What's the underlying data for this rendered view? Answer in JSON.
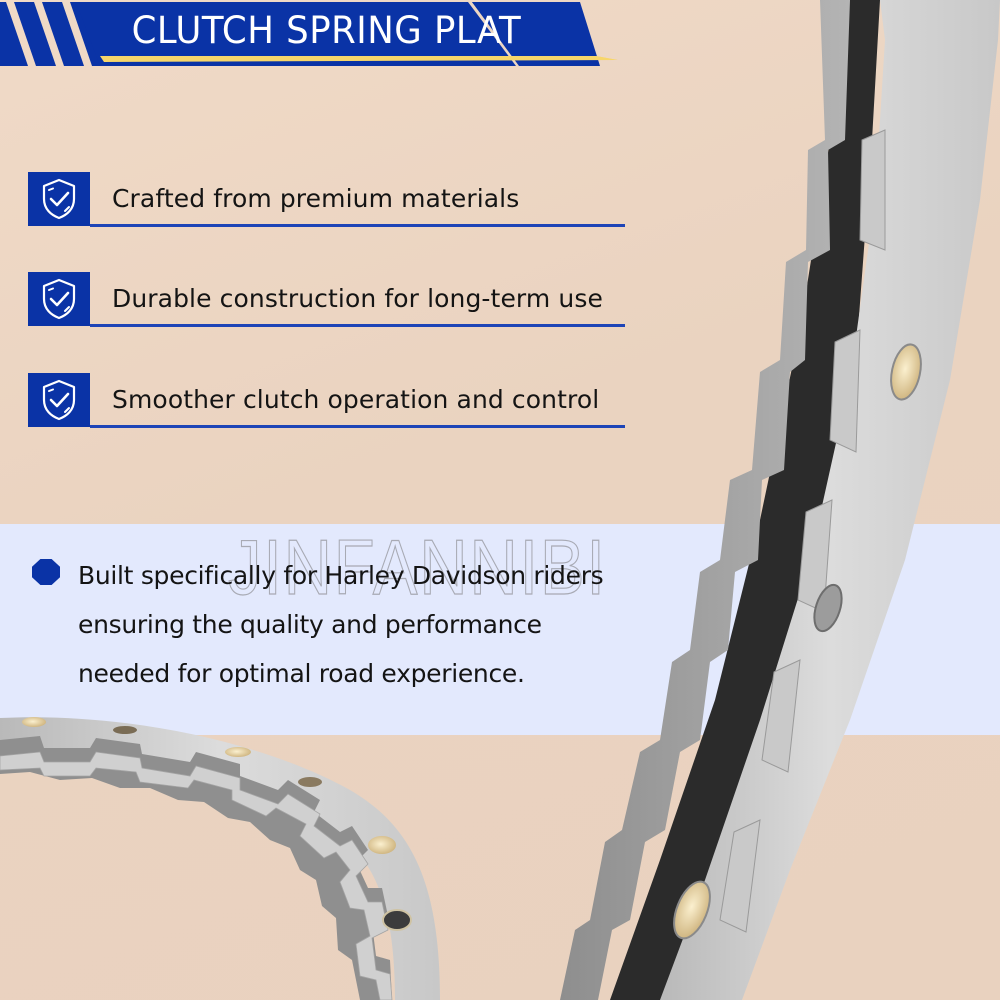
{
  "header": {
    "title": "CLUTCH SPRING PLAT"
  },
  "features": [
    {
      "icon": "shield-check-icon",
      "label": "Crafted from premium materials"
    },
    {
      "icon": "shield-check-icon",
      "label": "Durable construction for long-term use"
    },
    {
      "icon": "shield-check-icon",
      "label": "Smoother clutch operation and control"
    }
  ],
  "highlight": {
    "bullet_icon": "octagon-bullet-icon",
    "lines": [
      "Built specifically for Harley Davidson riders",
      "ensuring the quality and performance",
      "needed for optimal road experience."
    ]
  },
  "watermark": "JINFANNIBI",
  "product_images": [
    {
      "name": "clutch-spring-plate-closeup-right",
      "description": "close-up of steel clutch spring plate edge with brass rivets"
    },
    {
      "name": "clutch-spring-plate-ring-bottom-left",
      "description": "steel clutch spring plate ring with inner teeth and brass rivets"
    }
  ],
  "colors": {
    "brand_blue": "#0a33a6",
    "accent_yellow": "#f7d66a",
    "background_beige": "#ecd6c3",
    "band_light_blue": "#e3e9fd",
    "text_dark": "#141414"
  }
}
